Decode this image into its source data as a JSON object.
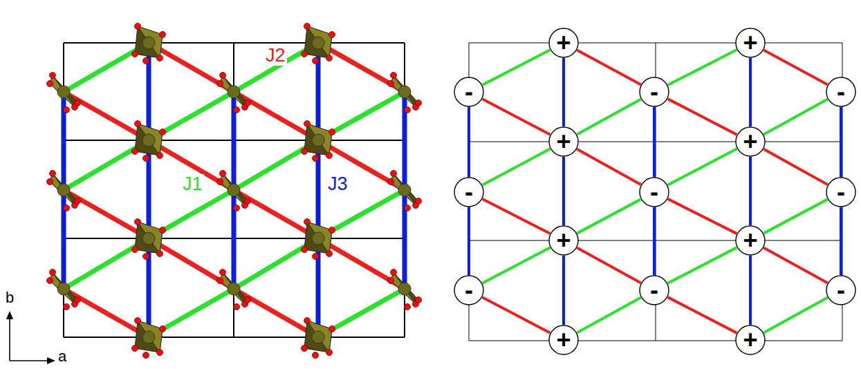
{
  "diagram": {
    "nodes": [
      {
        "text": [
          "+"
        ]
      },
      {
        "text": [
          "+"
        ]
      },
      {
        "text": [
          "-"
        ]
      },
      {
        "text": [
          "-"
        ]
      },
      {
        "text": [
          "-"
        ]
      },
      {
        "text": [
          "+"
        ]
      },
      {
        "text": [
          "+"
        ]
      },
      {
        "text": [
          "-"
        ]
      },
      {
        "text": [
          "-"
        ]
      },
      {
        "text": [
          "-"
        ]
      },
      {
        "text": [
          "+"
        ]
      },
      {
        "text": [
          "+"
        ]
      },
      {
        "text": [
          "-"
        ]
      },
      {
        "text": [
          "-"
        ]
      },
      {
        "text": [
          "-"
        ]
      },
      {
        "text": [
          "+"
        ]
      },
      {
        "text": [
          "+"
        ]
      }
    ],
    "edges": [
      {
        "from": 0,
        "to": 5,
        "arrow": "none"
      },
      {
        "from": 5,
        "to": 10,
        "arrow": "none"
      },
      {
        "from": 10,
        "to": 15,
        "arrow": "none"
      },
      {
        "from": 1,
        "to": 6,
        "arrow": "none"
      },
      {
        "from": 6,
        "to": 11,
        "arrow": "none"
      },
      {
        "from": 11,
        "to": 16,
        "arrow": "none"
      },
      {
        "from": 2,
        "to": 7,
        "arrow": "none"
      },
      {
        "from": 7,
        "to": 12,
        "arrow": "none"
      },
      {
        "from": 3,
        "to": 8,
        "arrow": "none"
      },
      {
        "from": 8,
        "to": 13,
        "arrow": "none"
      },
      {
        "from": 4,
        "to": 9,
        "arrow": "none"
      },
      {
        "from": 9,
        "to": 14,
        "arrow": "none"
      },
      {
        "from": 2,
        "to": 0,
        "arrow": "none"
      },
      {
        "from": 7,
        "to": 5,
        "arrow": "none"
      },
      {
        "from": 12,
        "to": 10,
        "arrow": "none"
      },
      {
        "from": 5,
        "to": 3,
        "arrow": "none"
      },
      {
        "from": 10,
        "to": 8,
        "arrow": "none"
      },
      {
        "from": 15,
        "to": 13,
        "arrow": "none"
      },
      {
        "from": 3,
        "to": 1,
        "arrow": "none"
      },
      {
        "from": 8,
        "to": 6,
        "arrow": "none"
      },
      {
        "from": 13,
        "to": 11,
        "arrow": "none"
      },
      {
        "from": 6,
        "to": 4,
        "arrow": "none"
      },
      {
        "from": 11,
        "to": 9,
        "arrow": "none"
      },
      {
        "from": 16,
        "to": 14,
        "arrow": "none"
      },
      {
        "from": 2,
        "to": 5,
        "arrow": "none"
      },
      {
        "from": 7,
        "to": 10,
        "arrow": "none"
      },
      {
        "from": 12,
        "to": 15,
        "arrow": "none"
      },
      {
        "from": 0,
        "to": 3,
        "arrow": "none"
      },
      {
        "from": 5,
        "to": 8,
        "arrow": "none"
      },
      {
        "from": 10,
        "to": 13,
        "arrow": "none"
      },
      {
        "from": 3,
        "to": 6,
        "arrow": "none"
      },
      {
        "from": 8,
        "to": 11,
        "arrow": "none"
      },
      {
        "from": 13,
        "to": 16,
        "arrow": "none"
      },
      {
        "from": 1,
        "to": 4,
        "arrow": "none"
      },
      {
        "from": 6,
        "to": 9,
        "arrow": "none"
      },
      {
        "from": 11,
        "to": 14,
        "arrow": "none"
      }
    ],
    "labels": [
      "J2",
      "J1",
      "J3",
      "b",
      "a"
    ]
  }
}
